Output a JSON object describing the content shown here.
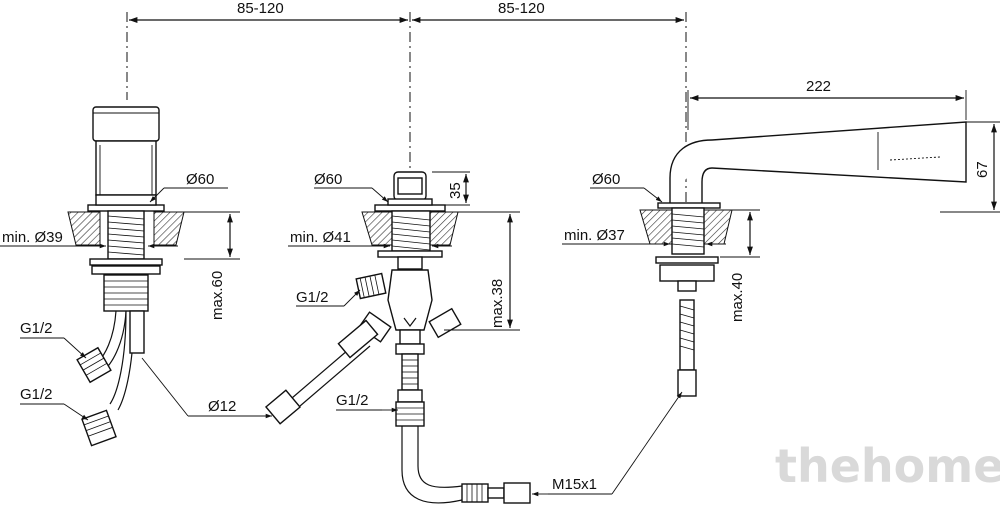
{
  "dimensions": {
    "span_left": "85-120",
    "span_right": "85-120",
    "handshower_length": "222",
    "handshower_height": "67",
    "spout_height": "35"
  },
  "left_unit": {
    "flange": "Ø60",
    "hole": "min. Ø39",
    "deck": "max.60",
    "connection_upper": "G1/2",
    "connection_lower": "G1/2"
  },
  "center_unit": {
    "flange": "Ø60",
    "hole": "min. Ø41",
    "deck": "max.38",
    "connection_side": "G1/2",
    "connection_bottom": "G1/2"
  },
  "right_unit": {
    "flange": "Ø60",
    "hole": "min. Ø37",
    "deck": "max.40",
    "thread": "M15x1"
  },
  "hose": {
    "diameter": "Ø12"
  },
  "watermark": "thehome"
}
